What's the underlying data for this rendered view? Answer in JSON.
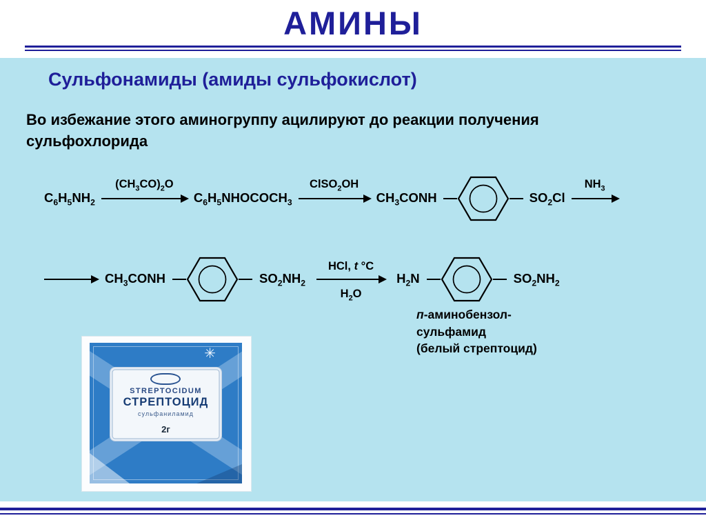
{
  "slide": {
    "title": "АМИНЫ",
    "subtitle": "Сульфонамиды (амиды сульфокислот)",
    "body_line1": "Во избежание этого аминогруппу ацилируют до реакции получения",
    "body_line2": "сульфохлорида"
  },
  "reaction": {
    "step1": "C_6H_5NH_2",
    "arrow1_top": "(CH_3CO)_2O",
    "step2": "C_6H_5NHOCOCH_3",
    "arrow2_top": "ClSO_2OH",
    "step3_left": "CH_3CONH",
    "step3_right": "SO_2Cl",
    "arrow3_top": "NH_3",
    "step4_left": "CH_3CONH",
    "step4_right": "SO_2NH_2",
    "arrow4_top": "HCl, *t* °C",
    "arrow4_bottom": "H_2O",
    "step5_left": "H_2N",
    "step5_right": "SO_2NH_2",
    "caption_line1": "*п*-аминобензол-",
    "caption_line2": "сульфамид",
    "caption_line3": "(белый стрептоцид)"
  },
  "packet": {
    "latin_name": "STREPTOCIDUM",
    "name": "СТРЕПТОЦИД",
    "subtitle": "сульфаниламид",
    "dose": "2г"
  },
  "icons": {
    "sparkle": "✳"
  },
  "colors": {
    "accent_navy": "#1f1f99",
    "background_cyan": "#b5e3ef",
    "packet_blue": "#2e7cc6",
    "text_black": "#000000"
  }
}
